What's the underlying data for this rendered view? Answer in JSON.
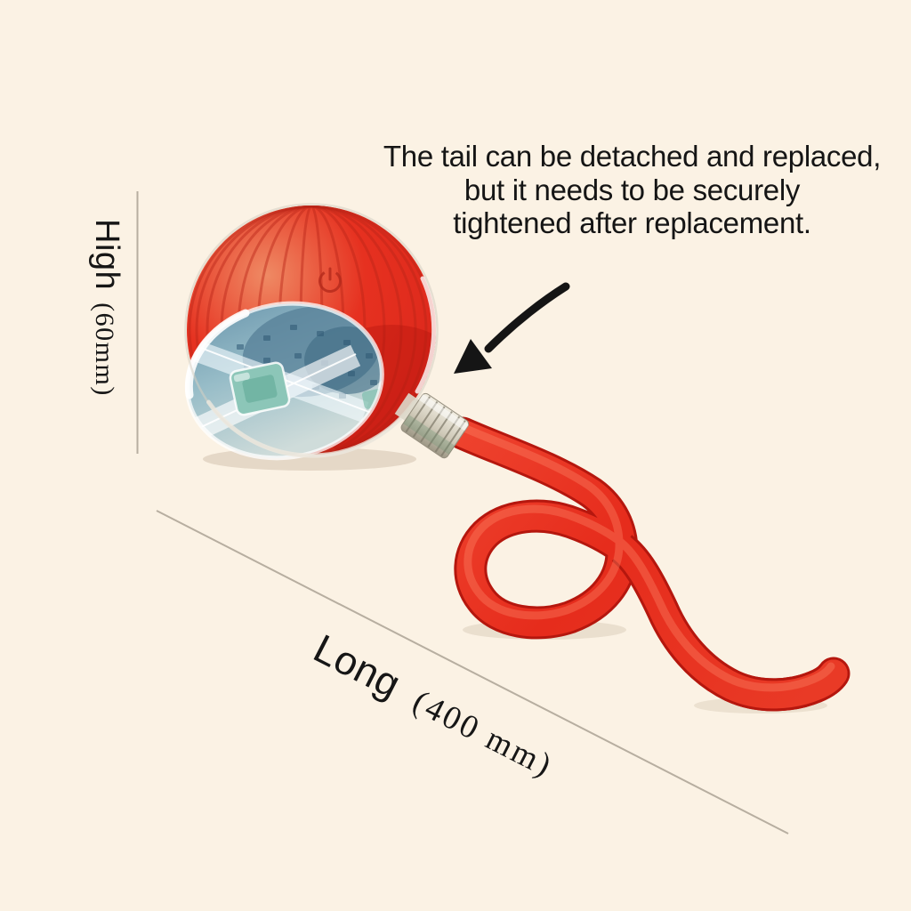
{
  "heading": {
    "lines": [
      "The tail can be detached and replaced,",
      "but it needs to be securely",
      "tightened after replacement."
    ]
  },
  "labels": {
    "height": {
      "label": "High",
      "value": "(60mm)"
    },
    "length": {
      "label": "Long",
      "value": "(400 mm)"
    }
  },
  "colors": {
    "background": "#fbf2e4",
    "ball_orange": "#ef8a64",
    "ball_red": "#e63120",
    "ball_deep_red": "#d9251a",
    "rope_red": "#e62c1c",
    "rope_dark": "#b5170e",
    "shell_blue": "#98bdc8",
    "hub_teal": "#8cc6b8",
    "arrow_black": "#151515",
    "dimension_line": "#b7aea0",
    "text_color": "#161616"
  }
}
